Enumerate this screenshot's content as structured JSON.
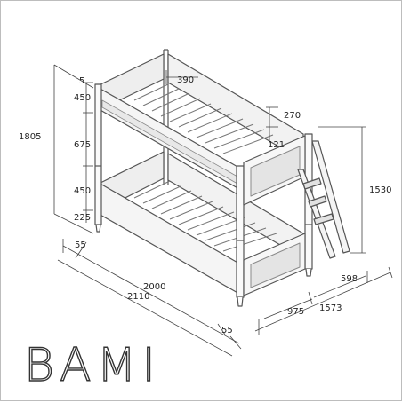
{
  "product_name": "BAMI",
  "dimensions": {
    "total_height": "1805",
    "top_gap": "5",
    "top_rail": "450",
    "between_bunks": "675",
    "bottom_rail": "450",
    "floor_clearance": "225",
    "post_offset_top": "390",
    "ladder_top": "270",
    "ladder_inset": "121",
    "ladder_height": "1530",
    "post_width_left": "55",
    "inner_length": "2000",
    "total_length": "2110",
    "post_width_bottom": "55",
    "bed_width": "975",
    "total_width": "1573",
    "ladder_depth": "598"
  },
  "colors": {
    "line": "#555555",
    "panel": "#9a9a9a",
    "text": "#222222"
  }
}
